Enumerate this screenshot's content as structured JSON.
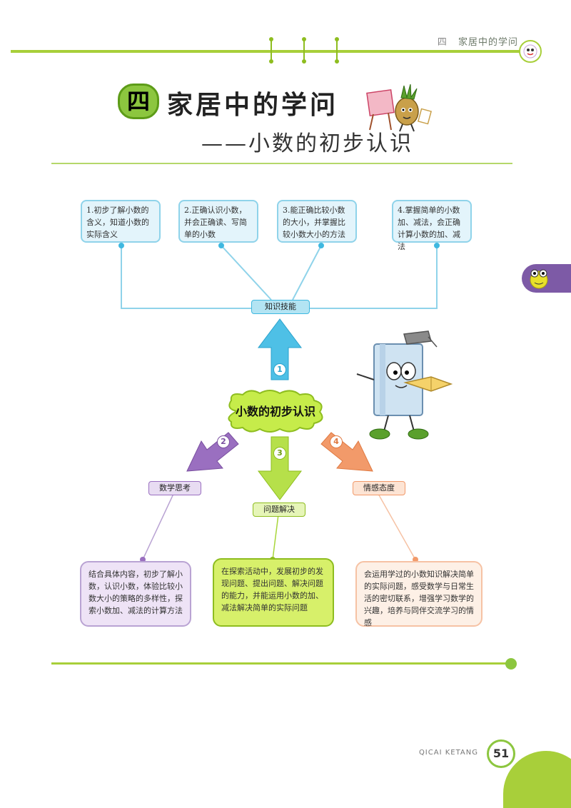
{
  "header": {
    "chapter_mark": "四",
    "running_title": "家居中的学问"
  },
  "chapter": {
    "number": "四",
    "title": "家居中的学问",
    "subtitle": "——小数的初步认识"
  },
  "objectives": [
    {
      "text": "1.初步了解小数的含义，知道小数的实际含义"
    },
    {
      "text": "2.正确认识小数，并会正确读、写简单的小数"
    },
    {
      "text": "3.能正确比较小数的大小，并掌握比较小数大小的方法"
    },
    {
      "text": "4.掌握简单的小数加、减法，会正确计算小数的加、减法"
    }
  ],
  "diagram": {
    "center": "小数的初步认识",
    "branches": [
      {
        "num": "1",
        "label": "知识技能",
        "color": "#3fb8e0"
      },
      {
        "num": "2",
        "label": "数学思考",
        "color": "#9a6fc0"
      },
      {
        "num": "3",
        "label": "问题解决",
        "color": "#a8d63a"
      },
      {
        "num": "4",
        "label": "情感态度",
        "color": "#f29a6a"
      }
    ]
  },
  "details": [
    {
      "text": "结合具体内容，初步了解小数，认识小数，体验比较小数大小的策略的多样性，探索小数加、减法的计算方法"
    },
    {
      "text": "在探索活动中，发展初步的发现问题、提出问题、解决问题的能力，并能运用小数的加、减法解决简单的实际问题"
    },
    {
      "text": "会运用学过的小数知识解决简单的实际问题，感受数学与日常生活的密切联系，增强学习数学的兴趣，培养与同伴交流学习的情感"
    }
  ],
  "footer": {
    "brand": "QICAI KETANG",
    "page": "51"
  }
}
